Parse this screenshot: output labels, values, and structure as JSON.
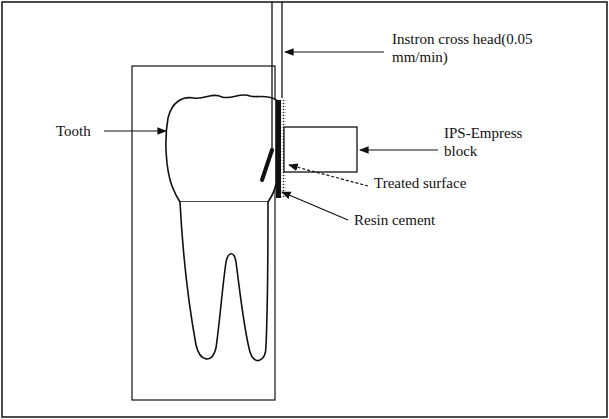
{
  "diagram": {
    "labels": [
      "Instron cross head(0.05 mm/min)",
      "IPS-Empress block",
      "Tooth",
      "Treated surface",
      "Resin cement"
    ]
  }
}
